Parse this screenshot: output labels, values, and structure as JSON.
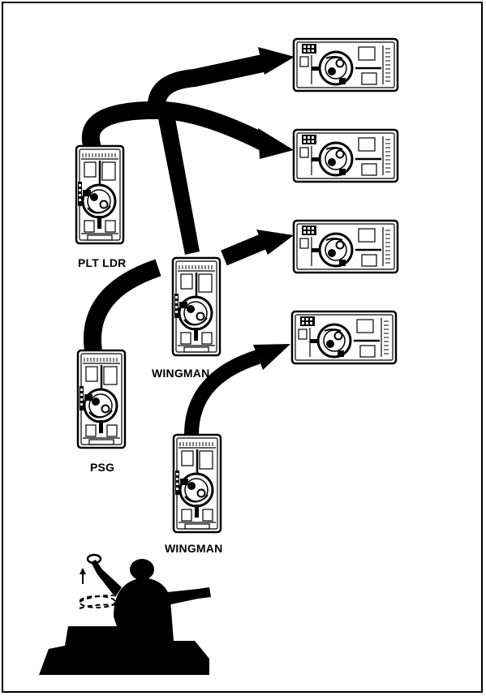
{
  "diagram": {
    "labels": {
      "plt_ldr": "PLT LDR",
      "wingman_1": "WINGMAN",
      "psg": "PSG",
      "wingman_2": "WINGMAN"
    },
    "colors": {
      "ink": "#000000",
      "paper": "#ffffff"
    },
    "icons": {
      "vehicle": "tank-top-view-icon",
      "arrow": "movement-arrow-icon",
      "signaler": "hand-signaling-crewman-icon"
    }
  }
}
